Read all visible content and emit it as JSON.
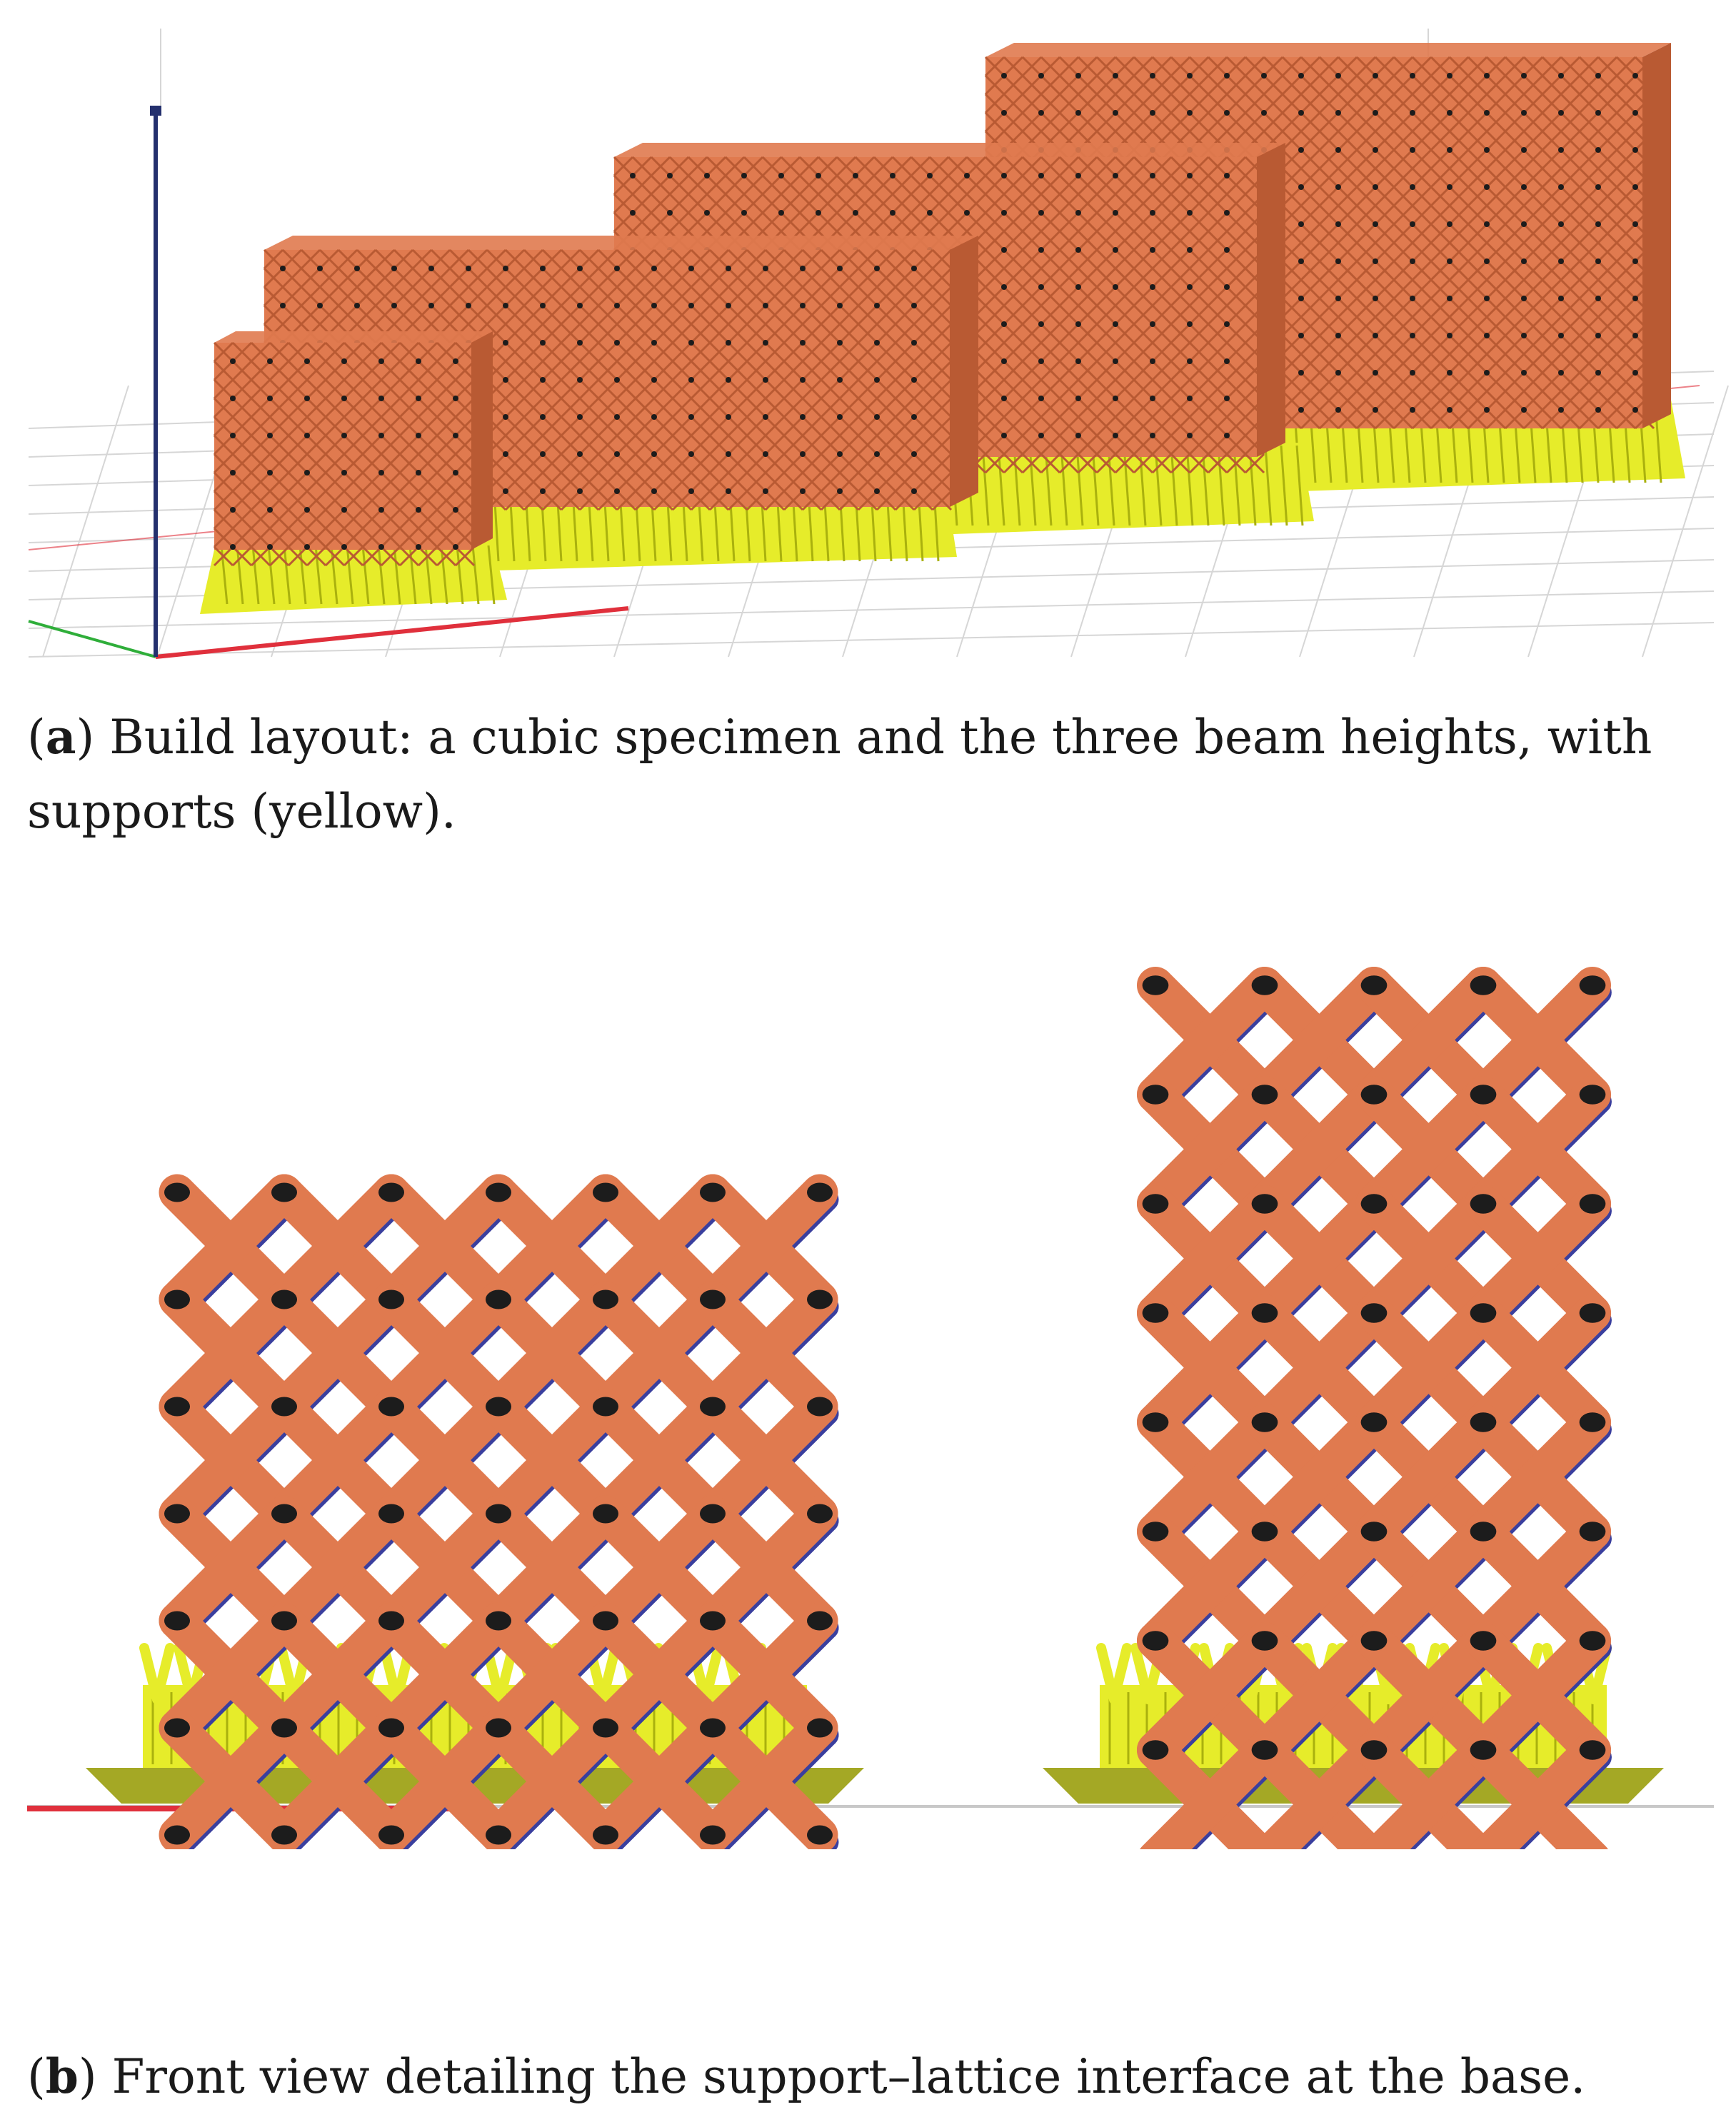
{
  "figure": {
    "panel_a": {
      "caption_label": "a",
      "caption_text": "Build layout: a cubic specimen and the three beam heights, with supports (yellow)."
    },
    "panel_b": {
      "caption_label": "b",
      "caption_text": "Front view detailing the support–lattice interface at the base."
    }
  },
  "colors": {
    "strut": "#e07a4f",
    "strut_shadow": "#b95a33",
    "strut_back": "#3a3f9e",
    "node": "#1c1c1c",
    "support": "#e6ec2a",
    "support_dark": "#aab10e",
    "platform": "#a4a825",
    "grid": "#d6d6d6",
    "axis_red": "#e0303c",
    "axis_green": "#2fae3a",
    "axis_blue": "#24306e"
  },
  "icons": {
    "axis_triad": "axis-triad-icon"
  }
}
